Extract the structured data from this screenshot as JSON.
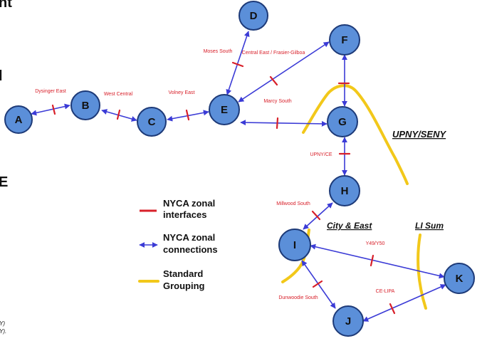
{
  "colors": {
    "node_fill": "#5b8fd9",
    "node_stroke": "#1d3a78",
    "connection": "#3b3bd6",
    "interface": "#d8202a",
    "grouping": "#f2c81a",
    "text": "#111111"
  },
  "nodes": [
    "A",
    "B",
    "C",
    "D",
    "E",
    "F",
    "G",
    "H",
    "I",
    "J",
    "K"
  ],
  "interfaces": [
    "Dysinger East",
    "West Central",
    "Volney East",
    "Moses South",
    "Central East / Frasier-Gilboa",
    "Marcy South",
    "UPNY/CE",
    "Millwood South",
    "Y49/Y50",
    "Dunwoodie South",
    "CE-LIPA"
  ],
  "groups": {
    "upny_seny": "UPNY/SENY",
    "city_east": "City & East",
    "li_sum": "LI Sum"
  },
  "legend": {
    "interfaces_line1": "NYCA zonal",
    "interfaces_line2": "interfaces",
    "connections_line1": "NYCA zonal",
    "connections_line2": "connections",
    "grouping_line1": "Standard",
    "grouping_line2": "Grouping"
  },
  "edge_fragments": {
    "t1": "nt",
    "t2": "l",
    "t3": "E",
    "n1": "Y)",
    "n2": "Y)."
  }
}
